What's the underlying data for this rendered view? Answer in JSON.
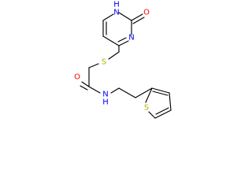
{
  "molecule": {
    "atoms": {
      "nh": "H",
      "n_h": "N",
      "o1": "O",
      "n3": "N",
      "s": "S",
      "o2": "O",
      "nh_amide": "N",
      "h_amide": "H",
      "s_thiophene": "S"
    },
    "colors": {
      "O": "#ff0000",
      "N": "#0000ff",
      "S": "#b2b200",
      "bond": "#000000"
    }
  }
}
